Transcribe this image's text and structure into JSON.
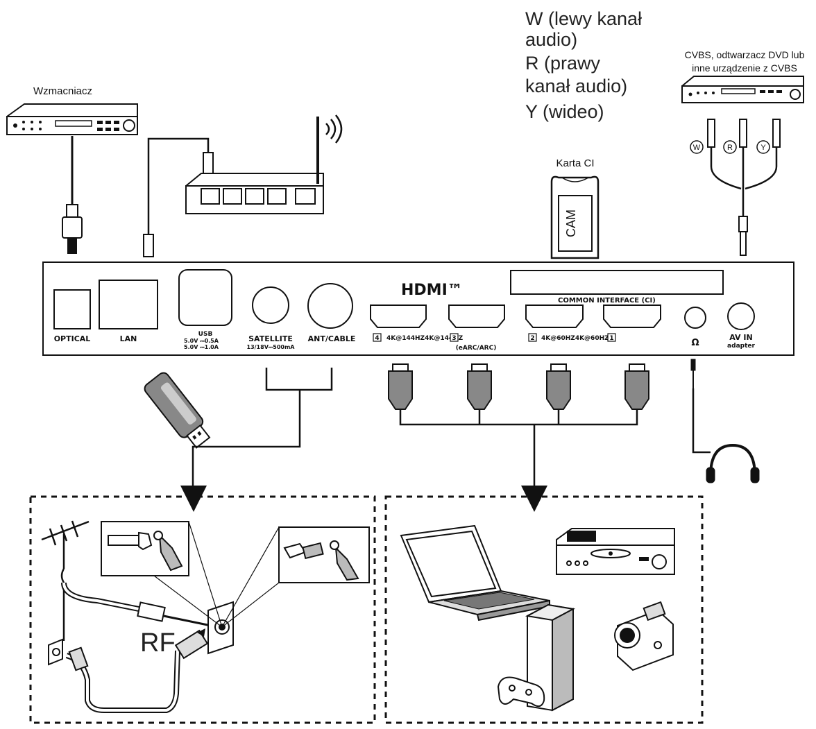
{
  "labels": {
    "amplifier": "Wzmacniacz",
    "audio_legend": [
      "W (lewy kanał",
      "audio)",
      "R (prawy",
      "kanał audio)",
      "Y (wideo)"
    ],
    "cvbs_device": [
      "CVBS, odtwarzacz DVD lub",
      "inne urządzenie z CVBS"
    ],
    "ci_card": "Karta CI",
    "cam": "CAM",
    "rca_w": "W",
    "rca_r": "R",
    "rca_y": "Y",
    "rf": "RF"
  },
  "panel": {
    "hdmi_logo": "HDMI™",
    "common_interface": "COMMON INTERFACE (CI)",
    "optical": "OPTICAL",
    "lan": "LAN",
    "usb": "USB",
    "usb_spec1": "5.0V ⎓0.5A",
    "usb_spec2": "5.0V ⎓1.0A",
    "satellite": "SATELLITE",
    "satellite_spec": "13/18V⎓500mA",
    "ant_cable": "ANT/CABLE",
    "hdmi4_num": "4",
    "hdmi4_label": "4K@144HZ4K@144HZ",
    "hdmi3_num": "3",
    "earc": "(eARC/ARC)",
    "hdmi2_num": "2",
    "hdmi2_label": "4K@60HZ4K@60HZ",
    "hdmi1_num": "1",
    "headphone_symbol": "Ω",
    "av_in": "AV IN",
    "adapter": "adapter"
  },
  "colors": {
    "line": "#111111",
    "panel_fill": "#ffffff",
    "grey_dark": "#555555",
    "grey_light": "#9a9a9a"
  }
}
